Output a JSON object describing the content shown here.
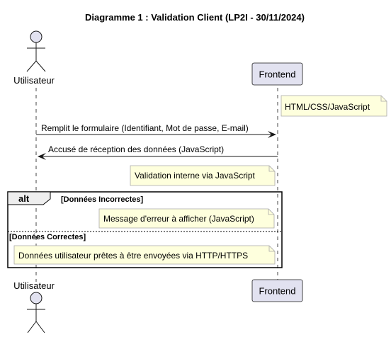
{
  "title": "Diagramme 1 : Validation Client (LP2I - 30/11/2024)",
  "participants": {
    "user": "Utilisateur",
    "frontend": "Frontend"
  },
  "notes": {
    "tech": "HTML/CSS/JavaScript",
    "internal_validation": "Validation interne via JavaScript",
    "error_message": "Message d'erreur à afficher (JavaScript)",
    "ready_to_send": "Données utilisateur prêtes à être envoyées via HTTP/HTTPS"
  },
  "messages": {
    "fill_form": "Remplit le formulaire (Identifiant, Mot de passe, E-mail)",
    "ack": "Accusé de réception des données (JavaScript)"
  },
  "alt_block": {
    "keyword": "alt",
    "guard_incorrect": "[Données Incorrectes]",
    "guard_correct": "[Données Correctes]"
  },
  "colors": {
    "participant_fill": "#E2E2F0",
    "participant_border": "#181818",
    "note_fill": "#FEFFDD",
    "note_border": "#A8A8A8",
    "line": "#181818",
    "lifeline": "#181818"
  }
}
